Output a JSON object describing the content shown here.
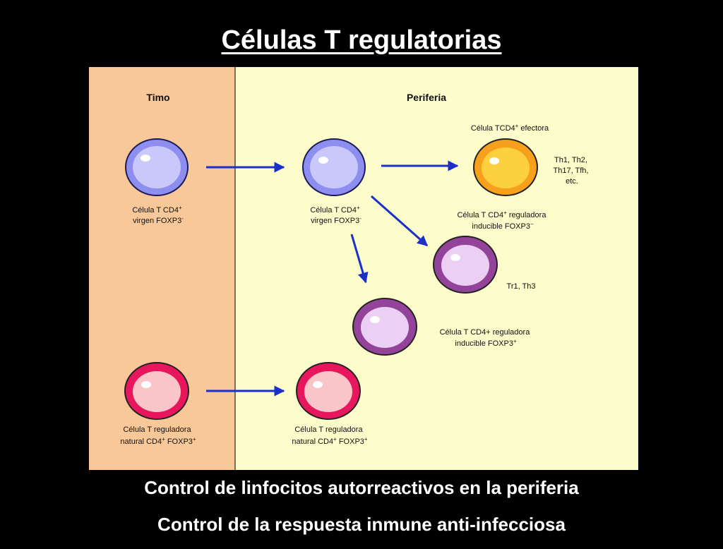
{
  "title": "Células T regulatorias",
  "colors": {
    "background": "#000000",
    "thymus_panel": "#f9c898",
    "periphery_panel": "#fdfccb",
    "arrow": "#1a2fcc",
    "naive_cell_outer": "#8e8ef0",
    "naive_cell_inner": "#c8c8fb",
    "effector_cell_outer": "#f7a01c",
    "effector_cell_inner": "#fdd040",
    "inducible_cell_outer": "#93439a",
    "inducible_cell_inner": "#eccff4",
    "natural_treg_outer": "#e8175d",
    "natural_treg_inner": "#f9c5c8"
  },
  "regions": {
    "thymus": "Timo",
    "periphery": "Periferia"
  },
  "labels": {
    "thymus_naive": {
      "line1": "Célula T CD4",
      "sup1": "+",
      "line2": "virgen FOXP3",
      "sup2": "-"
    },
    "periphery_naive": {
      "line1": "Célula T CD4",
      "sup1": "+",
      "line2": "virgen FOXP3",
      "sup2": "-"
    },
    "effector_header": {
      "text": "Célula TCD4",
      "sup": "+",
      "rest": " efectora"
    },
    "effector_subsets": [
      "Th1, Th2,",
      "Th17, Tfh,",
      "etc."
    ],
    "inducible_neg": {
      "line1a": "Célula T CD4",
      "sup1": "+",
      "line1b": " reguladora",
      "line2": "inducible FOXP3",
      "sup2": "−"
    },
    "tr1_th3": "Tr1, Th3",
    "inducible_pos": {
      "line1": "Célula T CD4+ reguladora",
      "line2": "inducible FOXP3",
      "sup2": "+"
    },
    "thymus_natural": {
      "line1": "Célula T reguladora",
      "line2a": "natural CD4",
      "sup2a": "+",
      "line2b": " FOXP3",
      "sup2b": "+"
    },
    "periphery_natural": {
      "line1": "Célula T reguladora",
      "line2a": "natural CD4",
      "sup2a": "+",
      "line2b": " FOXP3",
      "sup2b": "+"
    }
  },
  "footer": [
    "Control de linfocitos autorreactivos en la periferia",
    "Control de la respuesta inmune anti-infecciosa"
  ]
}
